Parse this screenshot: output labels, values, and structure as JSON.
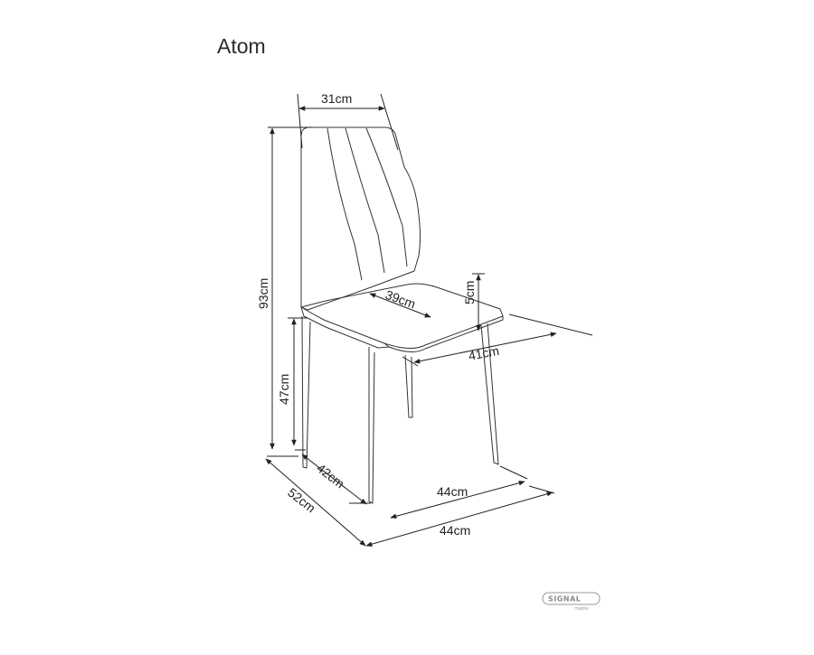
{
  "title": "Atom",
  "dimensions": {
    "backrest_width": "31cm",
    "total_height": "93cm",
    "seat_depth": "39cm",
    "seat_thickness": "5cm",
    "seat_width": "41cm",
    "seat_height": "47cm",
    "inner_leg_depth": "42cm",
    "inner_leg_width": "44cm",
    "total_depth": "52cm",
    "total_width": "44cm"
  },
  "brand": {
    "name": "SIGNAL",
    "sub": "meble"
  }
}
